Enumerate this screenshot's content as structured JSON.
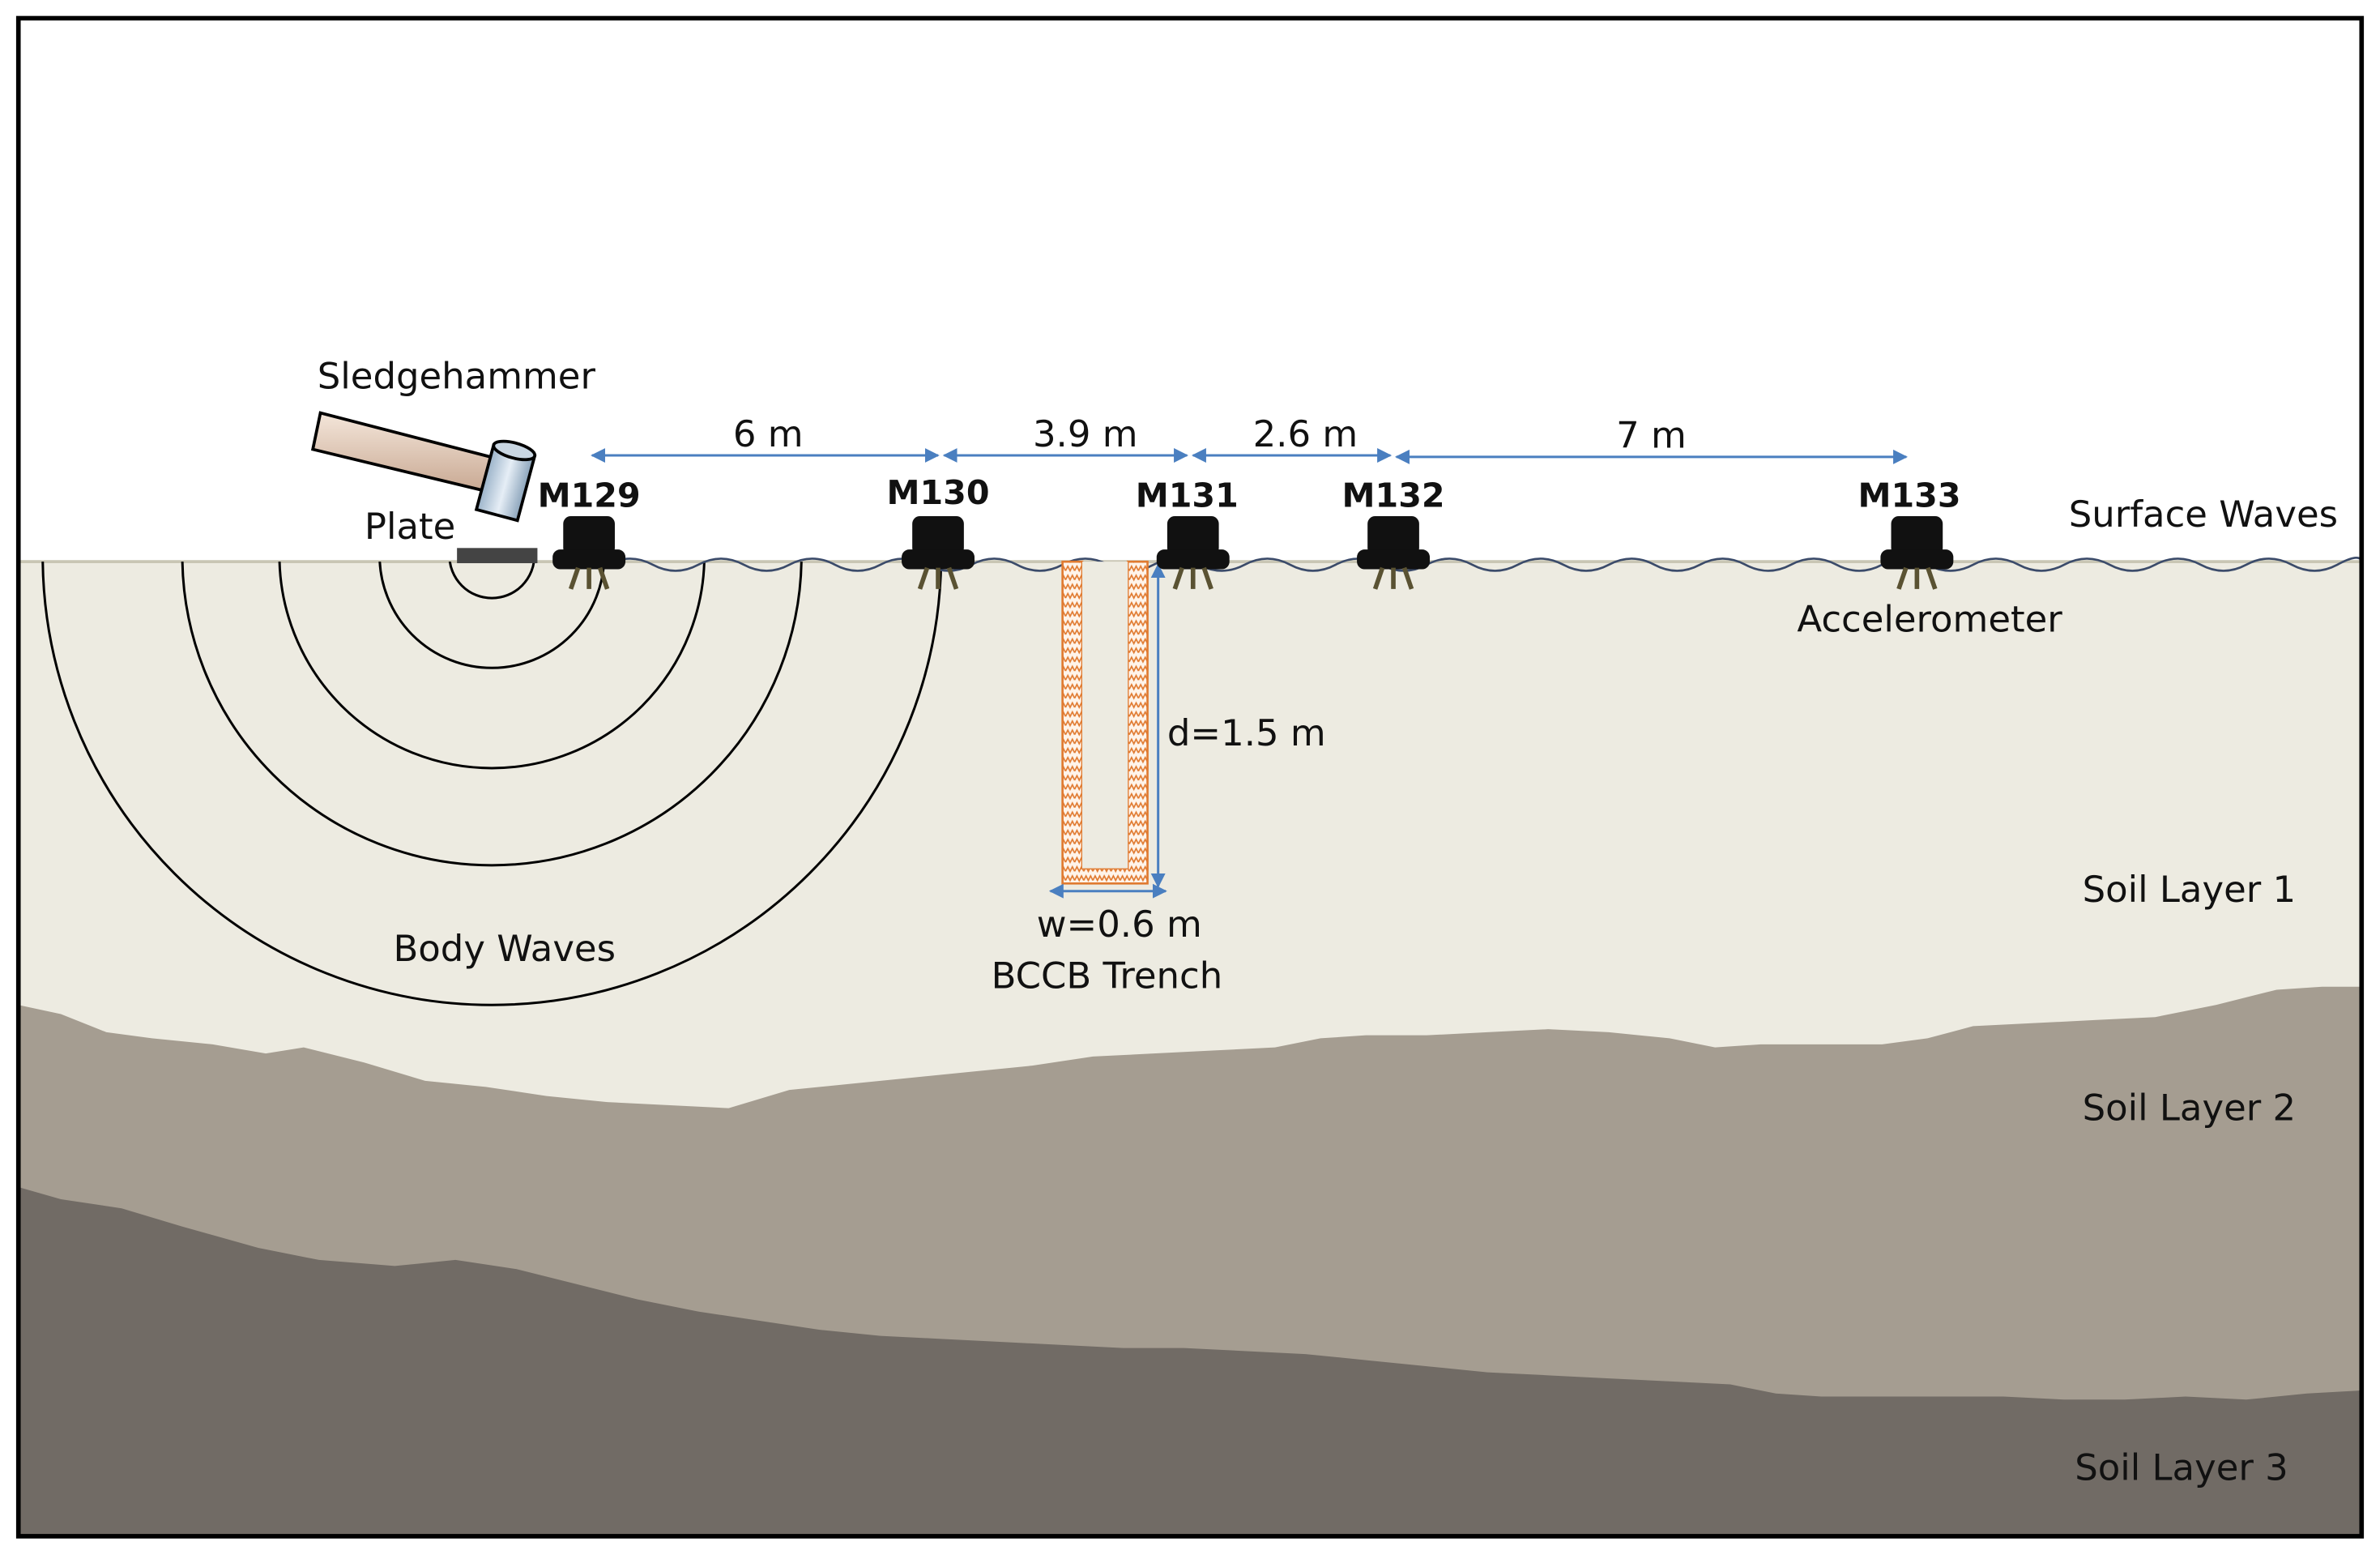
{
  "labels": {
    "sledgehammer": "Sledgehammer",
    "plate": "Plate",
    "surface_waves": "Surface Waves",
    "accelerometer": "Accelerometer",
    "body_waves": "Body Waves",
    "trench_depth": "d=1.5 m",
    "trench_width": "w=0.6 m",
    "trench_name": "BCCB Trench",
    "soil_layer_1": "Soil Layer 1",
    "soil_layer_2": "Soil Layer 2",
    "soil_layer_3": "Soil Layer 3"
  },
  "sensors": [
    {
      "id": "M129"
    },
    {
      "id": "M130"
    },
    {
      "id": "M131"
    },
    {
      "id": "M132"
    },
    {
      "id": "M133"
    }
  ],
  "spacings": [
    {
      "label": "6 m"
    },
    {
      "label": "3.9 m"
    },
    {
      "label": "2.6 m"
    },
    {
      "label": "7 m"
    }
  ],
  "colors": {
    "soil_layer_1": "#edebe1",
    "soil_layer_2": "#a59d91",
    "soil_layer_3": "#716b65",
    "dimension_arrow": "#4a7fc0",
    "trench_fill": "#e58a4a",
    "accelerometer": "#111111"
  }
}
